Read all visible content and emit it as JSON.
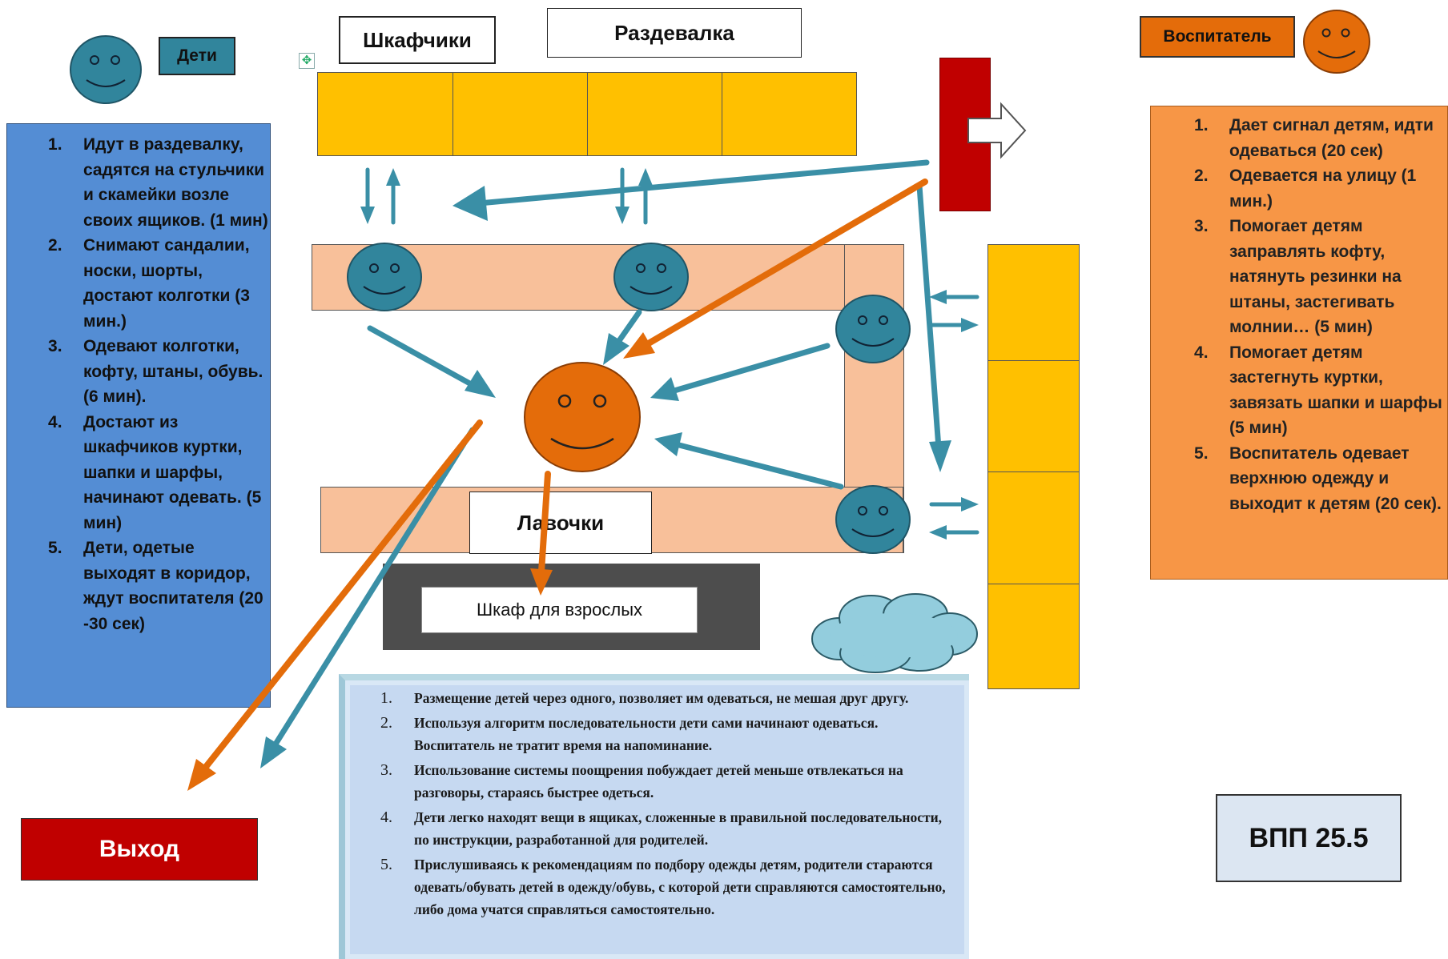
{
  "labels": {
    "children": "Дети",
    "lockers": "Шкафчики",
    "cloakroom": "Раздевалка",
    "teacher": "Воспитатель",
    "benches": "Лавочки",
    "adult_wardrobe": "Шкаф для взрослых",
    "exit": "Выход",
    "code": "ВПП 25.5"
  },
  "children_steps": [
    "Идут в раздевалку, садятся на стульчики и скамейки возле своих ящиков. (1 мин)",
    "Снимают сандалии, носки, шорты, достают колготки (3 мин.)",
    "Одевают колготки, кофту, штаны, обувь. (6 мин).",
    "Достают из шкафчиков куртки, шапки и шарфы, начинают одевать. (5 мин)",
    "Дети, одетые выходят в коридор, ждут воспитателя (20 -30 сек)"
  ],
  "teacher_steps": [
    "Дает сигнал детям, идти одеваться (20 сек)",
    "Одевается на улицу (1 мин.)",
    "Помогает детям заправлять кофту, натянуть резинки на штаны, застегивать молнии… (5 мин)",
    "Помогает детям застегнуть куртки, завязать шапки и шарфы (5 мин)",
    "Воспитатель одевает верхнюю одежду и выходит к детям (20 сек)."
  ],
  "notes": [
    "Размещение детей через одного, позволяет им одеваться, не мешая друг другу.",
    "Используя алгоритм последовательности дети сами начинают одеваться. Воспитатель не тратит время на напоминание.",
    "Использование системы поощрения побуждает детей меньше отвлекаться на разговоры, стараясь быстрее одеться.",
    "Дети легко находят вещи в ящиках, сложенные в правильной последовательности, по инструкции, разработанной для родителей.",
    "Прислушиваясь к рекомендациям по подбору одежды детям, родители стараются одевать/обувать детей в одежду/обувь, с которой дети справляются самостоятельно, либо дома учатся справляться самостоятельно."
  ],
  "colors": {
    "locker": "#FFC000",
    "bench": "#F8C09A",
    "child_face": "#31859C",
    "teacher_face": "#E46C0A",
    "children_panel": "#548DD4",
    "teacher_panel": "#F79646",
    "door": "#C00000",
    "wardrobe": "#4D4D4D",
    "notes_panel": "#C6D9F1",
    "cloud": "#93CDDD",
    "arrow_blue": "#3A8FA6",
    "arrow_orange": "#E36C0A"
  }
}
